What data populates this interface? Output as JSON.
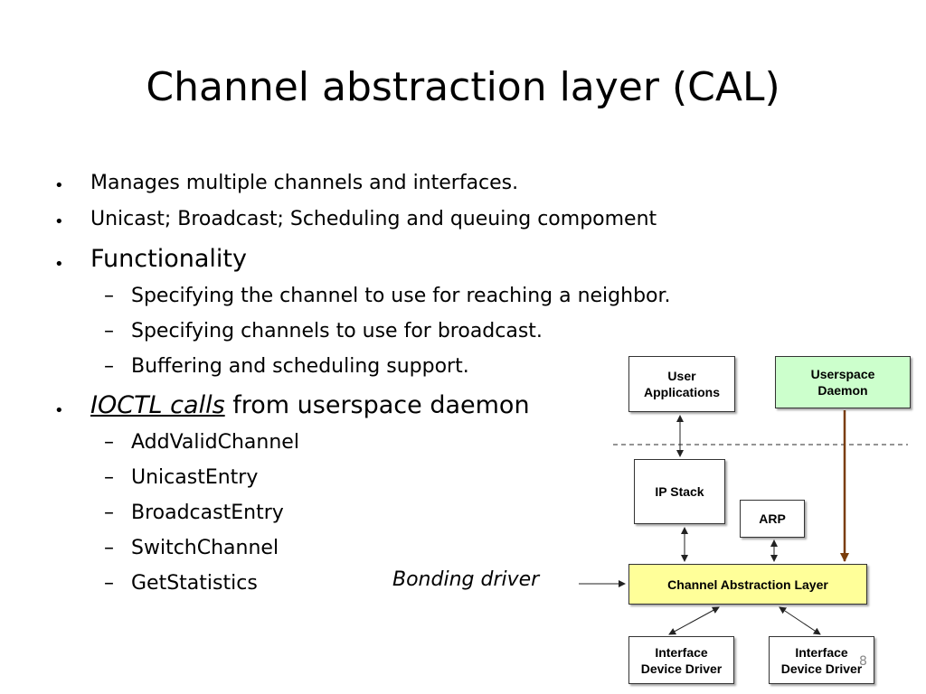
{
  "slide": {
    "title": "Channel abstraction layer (CAL)",
    "bullets": [
      {
        "text": "Manages multiple channels and interfaces."
      },
      {
        "text": "Unicast; Broadcast; Scheduling and queuing compoment"
      },
      {
        "text": "Functionality",
        "children": [
          "Specifying the channel to use for reaching a neighbor.",
          "Specifying channels to use for broadcast.",
          "Buffering and scheduling support."
        ]
      },
      {
        "text_link": "IOCTL calls",
        "text_rest": " from userspace daemon",
        "children": [
          "AddValidChannel",
          "UnicastEntry",
          "BroadcastEntry",
          "SwitchChannel",
          "GetStatistics"
        ]
      }
    ],
    "page_number": "8"
  },
  "diagram": {
    "user_apps": [
      "User",
      "Applications"
    ],
    "userspace_daemon": [
      "Userspace",
      "Daemon"
    ],
    "ip_stack": "IP Stack",
    "arp": "ARP",
    "cal": "Channel Abstraction Layer",
    "driver1": [
      "Interface",
      "Device Driver"
    ],
    "driver2": [
      "Interface",
      "Device Driver"
    ],
    "bonding_label": "Bonding driver",
    "colors": {
      "daemon_fill": "#ccffcc",
      "cal_fill": "#ffff99",
      "daemon_arrow": "#7a3d0a"
    }
  }
}
